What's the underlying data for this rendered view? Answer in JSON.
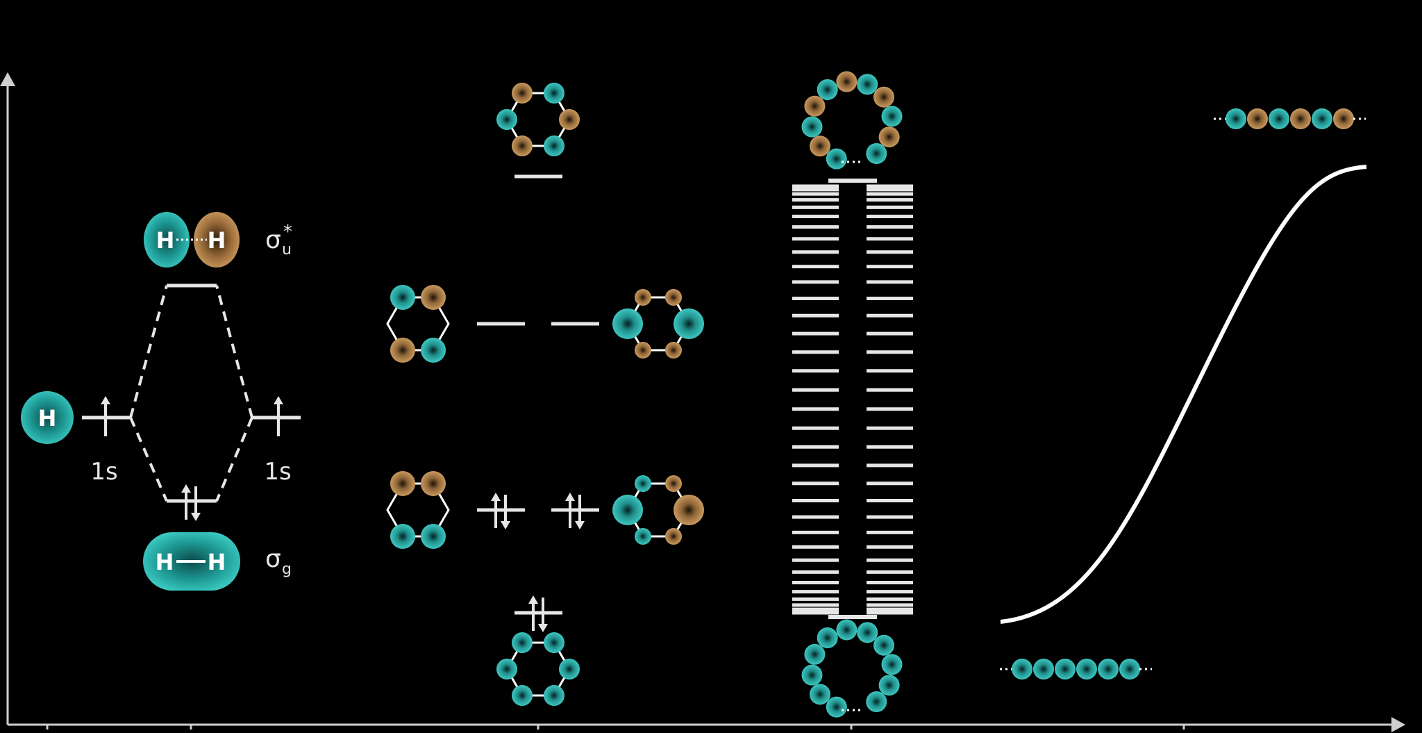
{
  "colors": {
    "background": "#000000",
    "line": "#e6e6e6",
    "phase_positive": "#2bb5b0",
    "phase_negative": "#b98a52"
  },
  "h_atom": {
    "symbol": "H"
  },
  "h2": {
    "ao_left_label": "1s",
    "ao_right_label": "1s",
    "antibonding": {
      "symbol": "σ",
      "superscript": "*",
      "subscript": "u",
      "left_atom": "H",
      "right_atom": "H"
    },
    "bonding": {
      "symbol": "σ",
      "subscript": "g",
      "left_atom": "H",
      "right_atom": "H"
    }
  },
  "benzene": {
    "levels": [
      "highest",
      "degenerate-upper",
      "degenerate-lower",
      "lowest"
    ],
    "occupied": [
      "lowest",
      "degenerate-lower"
    ]
  },
  "icons": [
    "up-arrow-icon",
    "paired-arrows-icon",
    "atom-chain-icon",
    "ring-icon"
  ]
}
